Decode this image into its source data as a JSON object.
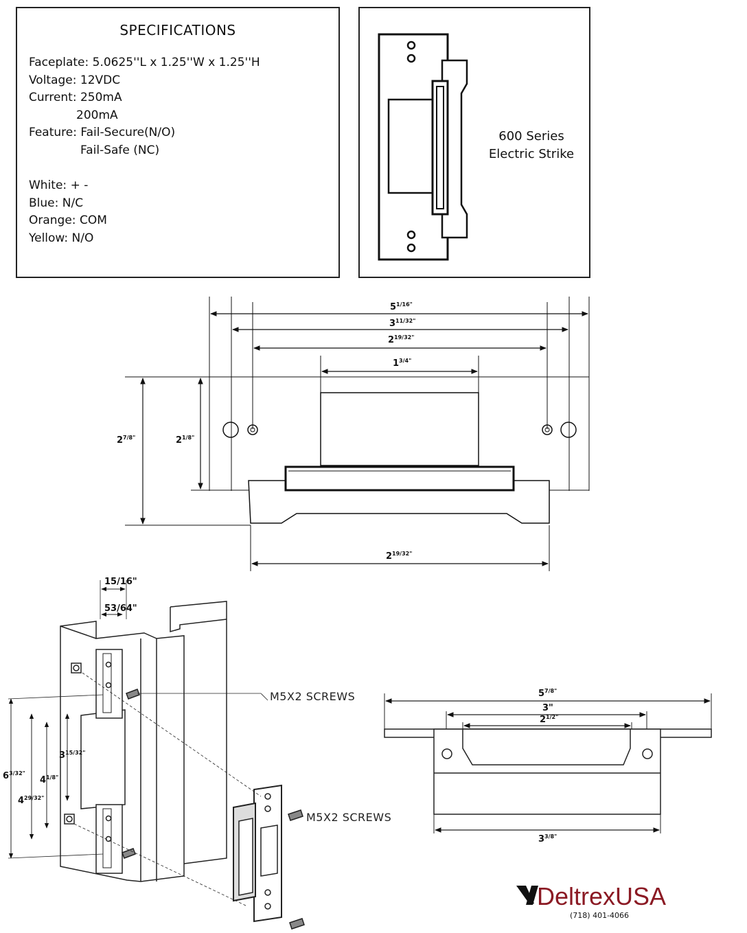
{
  "specifications": {
    "title": "SPECIFICATIONS",
    "faceplate": "Faceplate: 5.0625''L x 1.25''W x 1.25''H",
    "voltage": "Voltage: 12VDC",
    "current_1": "Current: 250mA",
    "current_2": "200mA",
    "feature_1": "Feature: Fail-Secure(N/O)",
    "feature_2": "Fail-Safe (NC)",
    "wire_white": "White: + -",
    "wire_blue": "Blue: N/C",
    "wire_orange": "Orange: COM",
    "wire_yellow": "Yellow: N/O"
  },
  "model": {
    "line_1": "600 Series",
    "line_2": "Electric Strike"
  },
  "front_view_dimensions": {
    "overall_width": "5",
    "overall_width_frac": "1/16\"",
    "hole_outer": "3",
    "hole_outer_frac": "11/32\"",
    "hole_inner": "2",
    "hole_inner_frac": "19/32\"",
    "keeper_width": "1",
    "keeper_width_frac": "3/4\"",
    "overall_height": "2",
    "overall_height_frac": "7/8\"",
    "plate_height": "2",
    "plate_height_frac": "1/8\"",
    "base_width": "2",
    "base_width_frac": "19/32\""
  },
  "install_view": {
    "top_dim_1": "15/16\"",
    "top_dim_2": "53/64\"",
    "dim_outer": "6",
    "dim_outer_frac": "3/32\"",
    "dim_mid": "4",
    "dim_mid_frac": "29/32\"",
    "dim_inner": "4",
    "dim_inner_frac": "1/8\"",
    "dim_cutout": "3",
    "dim_cutout_frac": "15/32\"",
    "screws_label_1": "M5X2 SCREWS",
    "screws_label_2": "M5X2 SCREWS"
  },
  "top_view_dimensions": {
    "overall": "5",
    "overall_frac": "7/8\"",
    "holes": "3\"",
    "keeper": "2",
    "keeper_frac": "1/2\"",
    "body": "3",
    "body_frac": "3/8\""
  },
  "brand": {
    "name": "DeltrexUSA",
    "phone": "(718) 401-4066",
    "color": "#8b1a24"
  }
}
